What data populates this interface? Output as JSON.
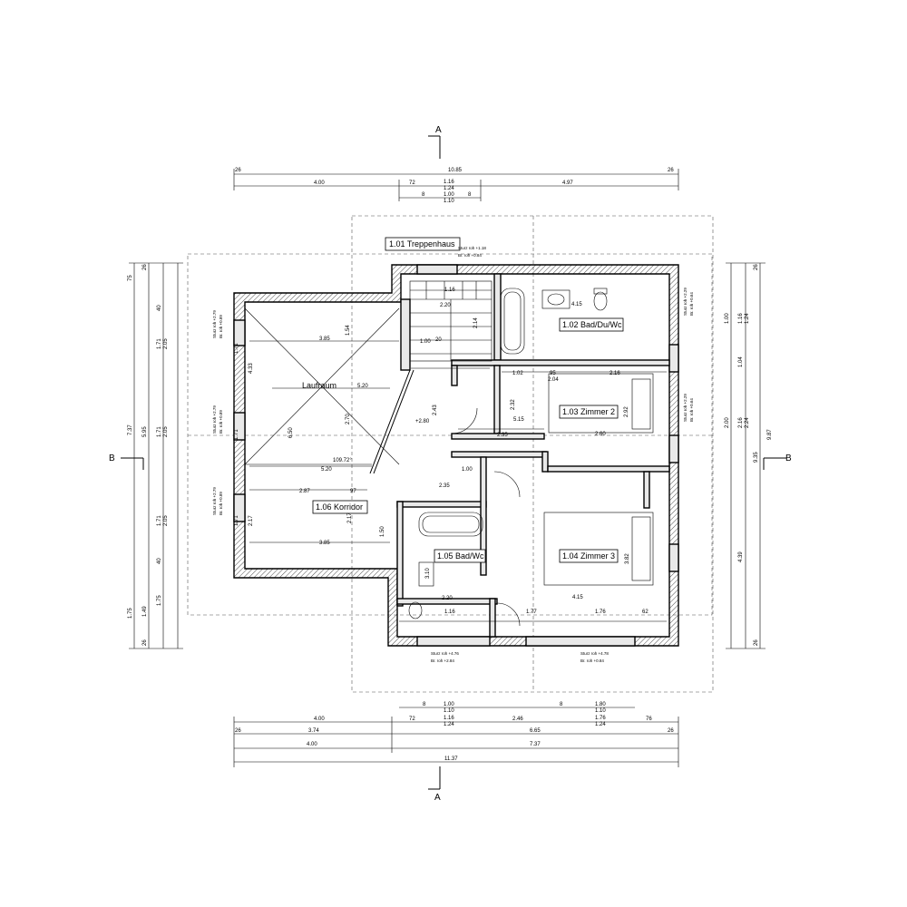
{
  "rooms": {
    "stair": "1.01 Treppenhaus",
    "bath1": "1.02 Bad/Du/Wc",
    "room2": "1.03 Zimmer 2",
    "room3": "1.04 Zimmer 3",
    "bath2": "1.05 Bad/Wc",
    "corridor": "1.06 Korridor",
    "lauf": "Laufraum"
  },
  "section_marks": {
    "a_top": "A",
    "a_bottom": "A",
    "b_left": "B",
    "b_right": "B"
  },
  "dims_top": {
    "total": "10.85",
    "left": "4.00",
    "mid_a": "72",
    "mid_b": "1.16",
    "mid_c": "1.24",
    "right": "4.97",
    "edge_l": "26",
    "edge_r": "26",
    "d1": "1.00",
    "d2": "1.10",
    "d3": "8",
    "d4": "8"
  },
  "dims_bottom": {
    "a": "4.00",
    "b": "72",
    "c": "1.16",
    "d": "1.24",
    "e": "2.46",
    "f": "1.76",
    "g": "1.24",
    "h": "76",
    "i": "3.74",
    "j": "6.65",
    "k": "4.00",
    "l": "7.37",
    "m": "11.37",
    "n": "26",
    "o": "26",
    "p": "1.00",
    "q": "1.10",
    "r": "1.80",
    "s": "1.10",
    "t": "8",
    "u": "8"
  },
  "dims_left": {
    "a": "7.37",
    "b": "5.95",
    "c": "1.71",
    "d": "2.05",
    "e": "1.71",
    "f": "2.05",
    "g": "1.71",
    "h": "2.05",
    "i": "1.75",
    "j": "1.49",
    "k": "1.75",
    "l": "26",
    "m": "26",
    "n": "75",
    "o": "40",
    "p": "40"
  },
  "dims_right": {
    "a": "9.87",
    "b": "9.35",
    "c": "1.04",
    "d": "1.16",
    "e": "1.24",
    "f": "1.00",
    "g": "2.00",
    "h": "2.16",
    "i": "2.24",
    "j": "4.39",
    "k": "26",
    "l": "26"
  },
  "interior_dims": {
    "d_385a": "3.85",
    "d_154": "1.54",
    "d_520a": "5.20",
    "d_520b": "5.20",
    "d_270": "2.70",
    "d_385b": "3.85",
    "d_287": "2.87",
    "d_97": "97",
    "d_217a": "2.17",
    "d_217b": "2.17",
    "d_150": "1.50",
    "d_171a": "1.71",
    "d_171b": "1.71",
    "d_171c": "1.71",
    "d_433": "4.33",
    "d_650": "6.50",
    "d_1097": "109.72°",
    "d_280": "+2.80",
    "d_243": "2.43",
    "d_220": "2.20",
    "d_116": "1.16",
    "d_100": "1.00",
    "d_20": "20",
    "d_214": "2.14",
    "d_415": "4.15",
    "d_102": "1.02",
    "d_95": "95",
    "d_204": "2.04",
    "d_216": "2.16",
    "d_515": "5.15",
    "d_235a": "2.35",
    "d_260": "2.60",
    "d_235b": "2.35",
    "d_100b": "1.00",
    "d_415b": "4.15",
    "d_116b": "1.16",
    "d_177": "1.77",
    "d_176": "1.76",
    "d_62": "62",
    "d_220b": "2.20",
    "d_310": "3.10",
    "d_382": "3.82",
    "d_292": "2.92",
    "d_232": "2.32"
  },
  "level_notes": {
    "sturz_l1": "Sturz roh +2.79",
    "br_l1": "Br. roh +0.89",
    "sturz_l2": "Sturz roh +2.79",
    "br_l2": "Br. roh +0.89",
    "sturz_l3": "Sturz roh +2.79",
    "br_l3": "Br. roh +0.89",
    "sturz_r1": "Sturz roh +2.29",
    "br_r1": "Br. roh +0.64",
    "sturz_r2": "Sturz roh +2.29",
    "br_r2": "Br. roh +0.64",
    "sturz_t": "Sturz roh +1.18",
    "br_t": "Br. roh +0.84",
    "sturz_b1": "Sturz roh +4.76",
    "br_b1": "Br. roh +2.84",
    "sturz_b2": "Sturz roh +4.78",
    "br_b2": "Br. roh +0.84"
  }
}
